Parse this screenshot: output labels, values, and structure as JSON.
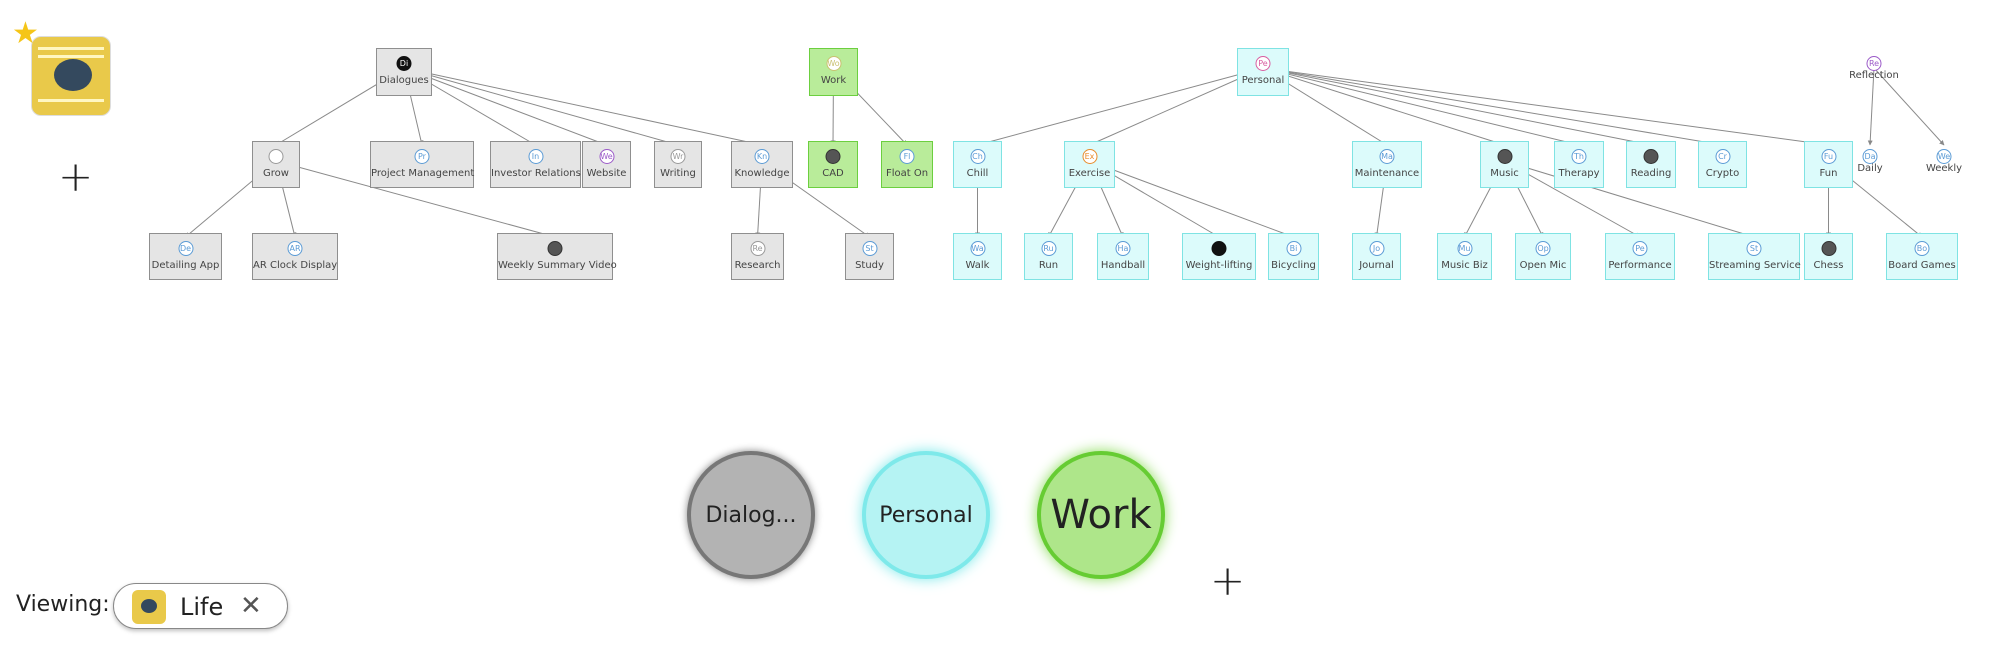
{
  "nodes": {
    "dialogues": {
      "label": "Dialogues",
      "badge": "Di"
    },
    "grow": {
      "label": "Grow",
      "badge": ""
    },
    "project_management": {
      "label": "Project Management",
      "badge": "Pr"
    },
    "investor_relations": {
      "label": "Investor Relations",
      "badge": "In"
    },
    "website": {
      "label": "Website",
      "badge": "We"
    },
    "writing": {
      "label": "Writing",
      "badge": "Wr"
    },
    "knowledge": {
      "label": "Knowledge",
      "badge": "Kn"
    },
    "detailing_app": {
      "label": "Detailing App",
      "badge": "De"
    },
    "ar_clock_display": {
      "label": "AR Clock Display",
      "badge": "AR"
    },
    "weekly_summary_video": {
      "label": "Weekly Summary Video",
      "badge": ""
    },
    "research": {
      "label": "Research",
      "badge": "Re"
    },
    "study": {
      "label": "Study",
      "badge": "St"
    },
    "work": {
      "label": "Work",
      "badge": "Wo"
    },
    "cad": {
      "label": "CAD",
      "badge": ""
    },
    "float_on": {
      "label": "Float On",
      "badge": "Fl"
    },
    "personal": {
      "label": "Personal",
      "badge": "Pe"
    },
    "chill": {
      "label": "Chill",
      "badge": "Ch"
    },
    "exercise": {
      "label": "Exercise",
      "badge": "Ex"
    },
    "maintenance": {
      "label": "Maintenance",
      "badge": "Ma"
    },
    "music": {
      "label": "Music",
      "badge": ""
    },
    "therapy": {
      "label": "Therapy",
      "badge": "Th"
    },
    "reading": {
      "label": "Reading",
      "badge": ""
    },
    "crypto": {
      "label": "Crypto",
      "badge": "Cr"
    },
    "fun": {
      "label": "Fun",
      "badge": "Fu"
    },
    "walk": {
      "label": "Walk",
      "badge": "Wa"
    },
    "run": {
      "label": "Run",
      "badge": "Ru"
    },
    "handball": {
      "label": "Handball",
      "badge": "Ha"
    },
    "weight_lifting": {
      "label": "Weight-lifting",
      "badge": ""
    },
    "bicycling": {
      "label": "Bicycling",
      "badge": "Bi"
    },
    "journal": {
      "label": "Journal",
      "badge": "Jo"
    },
    "music_biz": {
      "label": "Music Biz",
      "badge": "Mu"
    },
    "open_mic": {
      "label": "Open Mic",
      "badge": "Op"
    },
    "performance": {
      "label": "Performance",
      "badge": "Pe"
    },
    "streaming_service": {
      "label": "Streaming Service",
      "badge": "St"
    },
    "chess": {
      "label": "Chess",
      "badge": ""
    },
    "board_games": {
      "label": "Board Games",
      "badge": "Bo"
    },
    "reflection": {
      "label": "Reflection",
      "badge": "Re"
    },
    "daily": {
      "label": "Daily",
      "badge": "Da"
    },
    "weekly": {
      "label": "Weekly",
      "badge": "We"
    }
  },
  "circles": {
    "dialogues": "Dialog...",
    "personal": "Personal",
    "work": "Work"
  },
  "viewing": {
    "label": "Viewing:",
    "chip_label": "Life",
    "close": "✕"
  },
  "controls": {
    "add": "+",
    "star": "★"
  },
  "colors": {
    "grey": "#e5e5e5",
    "cyan": "#dcfbfb",
    "green": "#b9ec9a",
    "edge": "#8a8a8a"
  }
}
